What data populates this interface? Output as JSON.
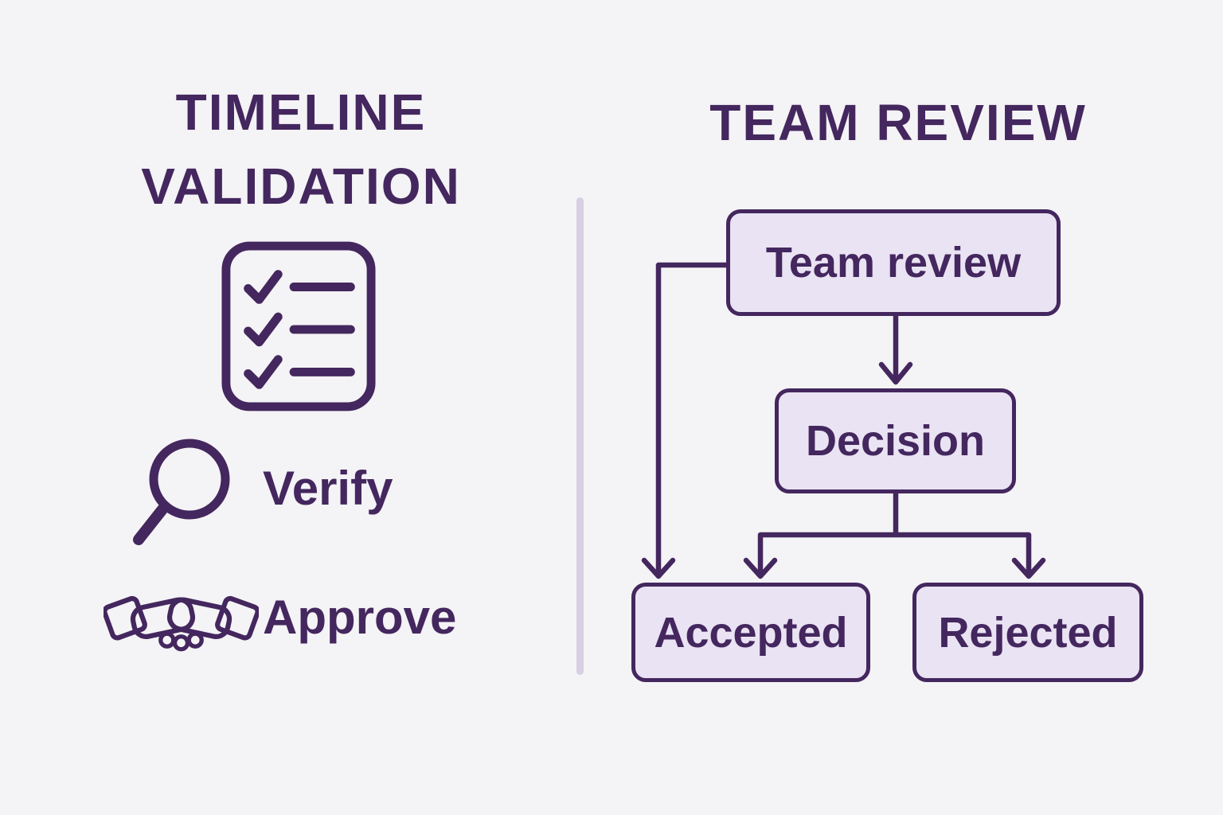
{
  "colors": {
    "background": "#f4f3f6",
    "accent": "#44275e",
    "node_fill": "#e9e3f3",
    "divider": "#d8d0e2",
    "cuff_pink": "#f7d4ec"
  },
  "left_panel": {
    "title_line1": "TIMELINE",
    "title_line2": "VALIDATION",
    "items": [
      {
        "icon": "checklist-icon",
        "label": ""
      },
      {
        "icon": "magnifier-icon",
        "label": "Verify"
      },
      {
        "icon": "handshake-icon",
        "label": "Approve"
      }
    ]
  },
  "right_panel": {
    "title": "TEAM REVIEW",
    "nodes": [
      {
        "id": "team-review",
        "label": "Team review"
      },
      {
        "id": "decision",
        "label": "Decision"
      },
      {
        "id": "accepted",
        "label": "Accepted"
      },
      {
        "id": "rejected",
        "label": "Rejected"
      }
    ],
    "edges": [
      {
        "from": "team-review",
        "to": "decision"
      },
      {
        "from": "decision",
        "to": "accepted"
      },
      {
        "from": "decision",
        "to": "rejected"
      },
      {
        "from": "team-review",
        "to": "accepted"
      }
    ]
  }
}
